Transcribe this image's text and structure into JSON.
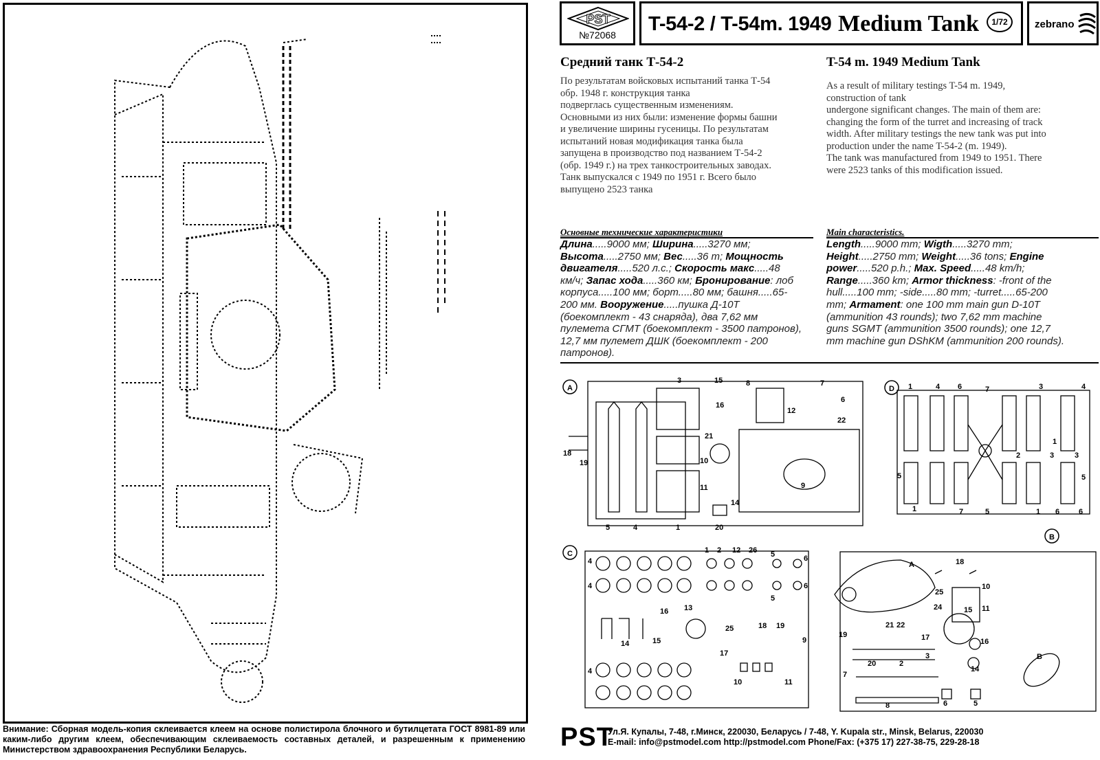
{
  "header": {
    "logo_text": "PST",
    "catalog_no": "№72068",
    "title_model": "T-54-2 / T-54m. 1949",
    "title_type": "Medium Tank",
    "scale": "1/72",
    "brand": "zebrano"
  },
  "intro_ru": {
    "heading": "Средний танк Т-54-2",
    "lines": [
      "По результатам войсковых испытаний танка Т-54",
      "обр. 1948 г. конструкция танка",
      "подверглась существенным изменениям.",
      "Основными из них были: изменение формы башни",
      "и увеличение ширины гусеницы. По результатам",
      "испытаний новая модификация танка была",
      "запущена в производство под названием Т-54-2",
      "(обр. 1949 г.) на трех танкостроительных заводах.",
      "Танк выпускался с 1949 по 1951 г. Всего было",
      "выпущено 2523 танка"
    ]
  },
  "intro_en": {
    "heading": "T-54 m. 1949    Medium Tank",
    "lines": [
      "As a result of military testings T-54 m. 1949,",
      "construction of tank",
      "undergone significant changes. The main of them are:",
      "changing the form of the turret and increasing of track",
      "width. After military testings  the new tank was put into",
      "production under the name T-54-2 (m. 1949).",
      "The tank was manufactured from 1949 to 1951. There",
      "were 2523 tanks of this modification issued."
    ]
  },
  "specs_ru": {
    "heading": "Основные технические характеристики",
    "lines": [
      [
        [
          "b",
          "Длина"
        ],
        [
          "t",
          ".....9000 мм; "
        ],
        [
          "b",
          "Ширина"
        ],
        [
          "t",
          ".....3270 мм;"
        ]
      ],
      [
        [
          "b",
          "Высота"
        ],
        [
          "t",
          ".....2750 мм; "
        ],
        [
          "b",
          "Вес"
        ],
        [
          "t",
          ".....36 т; "
        ],
        [
          "b",
          "Мощность"
        ]
      ],
      [
        [
          "b",
          "двигателя"
        ],
        [
          "t",
          ".....520 л.с.; "
        ],
        [
          "b",
          "Скорость макс"
        ],
        [
          "t",
          ".....48"
        ]
      ],
      [
        [
          "t",
          "км/ч; "
        ],
        [
          "b",
          "Запас хода"
        ],
        [
          "t",
          ".....360 км; "
        ],
        [
          "b",
          "Бронирование"
        ],
        [
          "t",
          ": лоб"
        ]
      ],
      [
        [
          "t",
          "корпуса.....100 мм; борт.....80 мм; башня.....65-"
        ]
      ],
      [
        [
          "t",
          "200 мм. "
        ],
        [
          "b",
          "Вооружение"
        ],
        [
          "t",
          ".....пушка Д-10Т"
        ]
      ],
      [
        [
          "t",
          "(боекомплект - 43 снаряда), два 7,62 мм"
        ]
      ],
      [
        [
          "t",
          "пулемета СГМТ (боекомплект - 3500 патронов),"
        ]
      ],
      [
        [
          "t",
          "12,7 мм пулемет ДШК (боекомплект - 200"
        ]
      ],
      [
        [
          "t",
          "патронов)."
        ]
      ]
    ]
  },
  "specs_en": {
    "heading": "Main characteristics.",
    "lines": [
      [
        [
          "b",
          "Length"
        ],
        [
          "t",
          ".....9000 mm; "
        ],
        [
          "b",
          "Wigth"
        ],
        [
          "t",
          ".....3270 mm;"
        ]
      ],
      [
        [
          "b",
          "Height"
        ],
        [
          "t",
          ".....2750 mm; "
        ],
        [
          "b",
          "Weight"
        ],
        [
          "t",
          ".....36 tons; "
        ],
        [
          "b",
          "Engine"
        ]
      ],
      [
        [
          "b",
          "power"
        ],
        [
          "t",
          ".....520 p.h.; "
        ],
        [
          "b",
          "Max. Speed"
        ],
        [
          "t",
          ".....48 km/h;"
        ]
      ],
      [
        [
          "b",
          "Range"
        ],
        [
          "t",
          ".....360 km; "
        ],
        [
          "b",
          "Armor thickness"
        ],
        [
          "t",
          ": -front of the"
        ]
      ],
      [
        [
          "t",
          "hull.....100 mm; -side.....80 mm; -turret.....65-200"
        ]
      ],
      [
        [
          "t",
          "mm; "
        ],
        [
          "b",
          "Armament"
        ],
        [
          "t",
          ": one 100 mm main gun D-10T"
        ]
      ],
      [
        [
          "t",
          "(ammunition 43 rounds); two 7,62 mm machine"
        ]
      ],
      [
        [
          "t",
          "guns SGMT (ammunition 3500 rounds); one 12,7"
        ]
      ],
      [
        [
          "t",
          "mm machine gun DShKM (ammunition 200 rounds)."
        ]
      ]
    ]
  },
  "sprues": {
    "A": {
      "letter": "A",
      "labels": [
        "3",
        "15",
        "8",
        "7",
        "16",
        "12",
        "6",
        "22",
        "21",
        "18",
        "19",
        "10",
        "11",
        "9",
        "14",
        "5",
        "4",
        "1",
        "20"
      ]
    },
    "D": {
      "letter": "D",
      "labels": [
        "1",
        "4",
        "6",
        "7",
        "3",
        "4",
        "1",
        "2",
        "3",
        "5",
        "3",
        "5",
        "1",
        "7",
        "5",
        "1",
        "6",
        "6"
      ]
    },
    "C": {
      "letter": "C",
      "labels": [
        "1",
        "2",
        "12",
        "26",
        "5",
        "6",
        "4",
        "4",
        "4",
        "5",
        "6",
        "16",
        "13",
        "25",
        "18",
        "19",
        "14",
        "15",
        "17",
        "9",
        "10",
        "11"
      ]
    },
    "B": {
      "letter": "B",
      "labels": [
        "18",
        "A",
        "25",
        "10",
        "24",
        "15",
        "11",
        "21",
        "22",
        "19",
        "17",
        "3",
        "16",
        "20",
        "2",
        "14",
        "7",
        "8",
        "6",
        "5",
        "B"
      ]
    }
  },
  "footer": {
    "warning": "Внимание: Сборная модель-копия склеивается клеем на основе полистирола блочного и бутилцетата ГОСТ 8981-89 или каким-либо другим клеем, обеспечивающим склеиваемость составных деталей, и разрешенным к применению Министерством здравоохранения Республики Беларусь.",
    "brand": "PST",
    "address": "Ул.Я. Купалы, 7-48, г.Минск, 220030, Беларусь / 7-48, Y. Kupala str., Minsk, Belarus, 220030",
    "contacts": "E-mail: info@pstmodel.com  http://pstmodel.com  Phone/Fax: (+375 17) 227-38-75, 229-28-18"
  }
}
